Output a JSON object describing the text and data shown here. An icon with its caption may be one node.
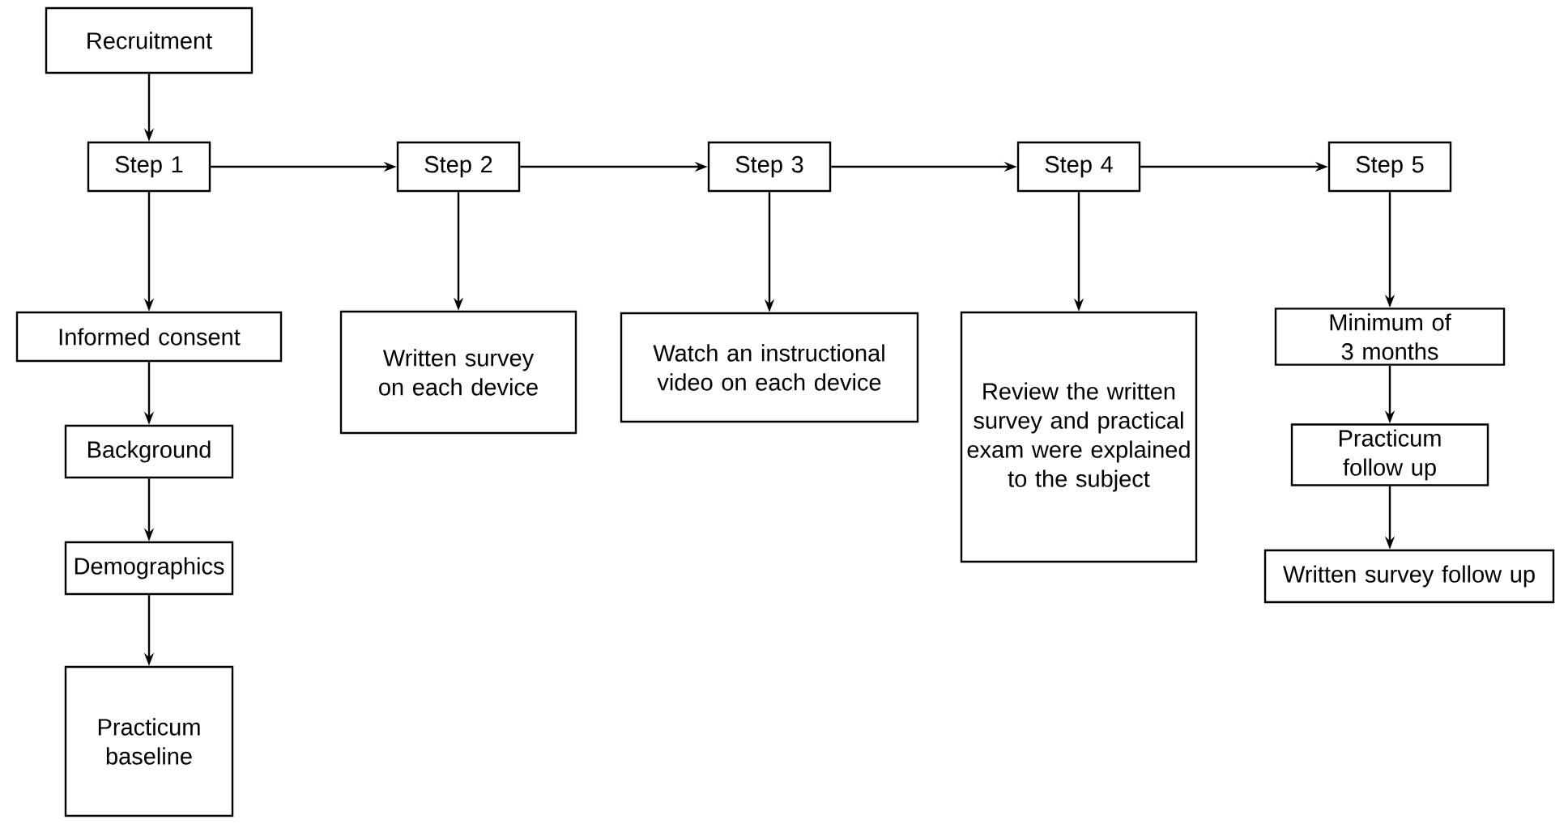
{
  "diagram": {
    "nodes": [
      {
        "text": [
          "Recruitment"
        ]
      },
      {
        "text": [
          "Step 1"
        ]
      },
      {
        "text": [
          "Step 2"
        ]
      },
      {
        "text": [
          "Step 3"
        ]
      },
      {
        "text": [
          "Step 4"
        ]
      },
      {
        "text": [
          "Step 5"
        ]
      },
      {
        "text": [
          "Informed consent"
        ]
      },
      {
        "text": [
          "Background"
        ]
      },
      {
        "text": [
          "Demographics"
        ]
      },
      {
        "text": [
          "Practicum baseline"
        ]
      },
      {
        "text": [
          "Written survey on each device"
        ]
      },
      {
        "text": [
          "Watch an instructional video on each device"
        ]
      },
      {
        "text": [
          "Review the written survey and practical exam were explained to the subject"
        ]
      },
      {
        "text": [
          "Minimum of 3 months"
        ]
      },
      {
        "text": [
          "Practicum follow up"
        ]
      },
      {
        "text": [
          "Written survey follow up"
        ]
      }
    ],
    "edges": [
      {
        "from": 0,
        "to": 1,
        "arrow": "to"
      },
      {
        "from": 1,
        "to": 2,
        "arrow": "to"
      },
      {
        "from": 2,
        "to": 3,
        "arrow": "to"
      },
      {
        "from": 3,
        "to": 4,
        "arrow": "to"
      },
      {
        "from": 4,
        "to": 5,
        "arrow": "to"
      },
      {
        "from": 1,
        "to": 6,
        "arrow": "to"
      },
      {
        "from": 6,
        "to": 7,
        "arrow": "to"
      },
      {
        "from": 7,
        "to": 8,
        "arrow": "to"
      },
      {
        "from": 8,
        "to": 9,
        "arrow": "to"
      },
      {
        "from": 2,
        "to": 10,
        "arrow": "to"
      },
      {
        "from": 3,
        "to": 11,
        "arrow": "to"
      },
      {
        "from": 4,
        "to": 12,
        "arrow": "to"
      },
      {
        "from": 5,
        "to": 13,
        "arrow": "to"
      },
      {
        "from": 13,
        "to": 14,
        "arrow": "to"
      },
      {
        "from": 14,
        "to": 15,
        "arrow": "to"
      }
    ]
  }
}
